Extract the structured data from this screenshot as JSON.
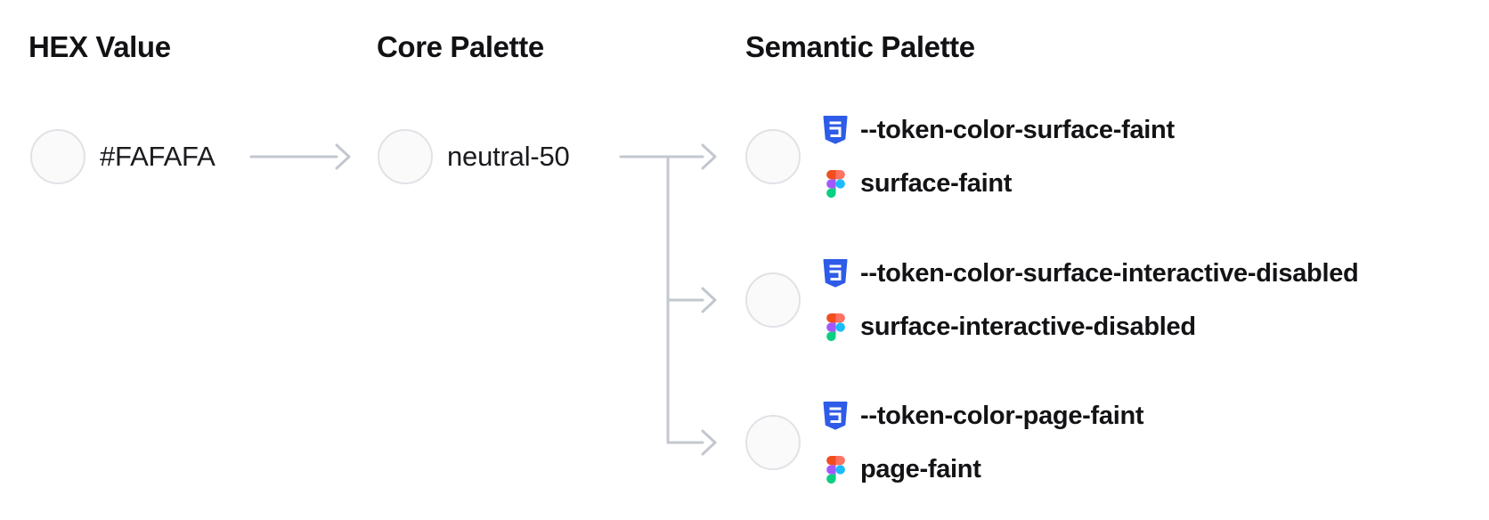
{
  "headers": {
    "hex": "HEX Value",
    "core": "Core Palette",
    "semantic": "Semantic Palette"
  },
  "hex": {
    "label": "#FAFAFA"
  },
  "core": {
    "label": "neutral-50"
  },
  "semantic": {
    "tokens": [
      {
        "css_var": "--token-color-surface-faint",
        "figma_name": "surface-faint"
      },
      {
        "css_var": "--token-color-surface-interactive-disabled",
        "figma_name": "surface-interactive-disabled"
      },
      {
        "css_var": "--token-color-page-faint",
        "figma_name": "page-faint"
      }
    ]
  },
  "swatch": {
    "color": "#FAFAFA",
    "border": "#E0E2E6"
  },
  "colors": {
    "arrow": "#C3C7CE",
    "text": "#131316",
    "css_icon_blue": "#2E5BE7",
    "figma_orange": "#F24E1E",
    "figma_salmon": "#FF7262",
    "figma_purple": "#A259FF",
    "figma_blue": "#1ABCFE",
    "figma_green": "#0ACF83"
  }
}
